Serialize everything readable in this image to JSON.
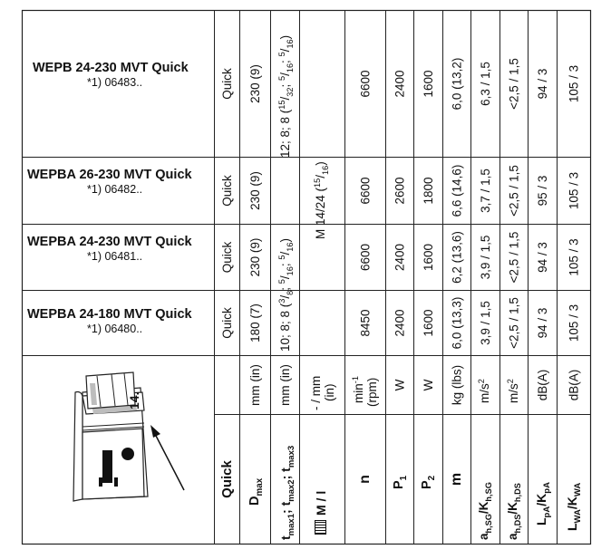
{
  "products": [
    {
      "name": "WEPB 24-230 MVT Quick",
      "code": "*1) 06483.."
    },
    {
      "name": "WEPBA 26-230 MVT Quick",
      "code": "*1) 06482.."
    },
    {
      "name": "WEPBA 24-230 MVT Quick",
      "code": "*1) 06481.."
    },
    {
      "name": "WEPBA 24-180 MVT Quick",
      "code": "*1) 06480.."
    }
  ],
  "manual_ref": {
    "page": "14.",
    "icon": "info-icon"
  },
  "params": {
    "quick": "Quick",
    "dmax_base": "D",
    "dmax_sub": "max",
    "tmax_a": "t",
    "tmax_a_sub": "max1",
    "tmax_sep1": "; ",
    "tmax_b": "t",
    "tmax_b_sub": "max2",
    "tmax_sep2": "; ",
    "tmax_c": "t",
    "tmax_c_sub": "max3",
    "thread_icon": "thread-spindle-icon",
    "thread": "M / l",
    "n": "n",
    "p1_base": "P",
    "p1_sub": "1",
    "p2_base": "P",
    "p2_sub": "2",
    "m": "m",
    "ahsg_a": "a",
    "ahsg_a_sub": "h,SG",
    "ahsg_sep": "/",
    "ahsg_b": "K",
    "ahsg_b_sub": "h,SG",
    "ahds_a": "a",
    "ahds_a_sub": "h,DS",
    "ahds_sep": "/",
    "ahds_b": "K",
    "ahds_b_sub": "h,DS",
    "lpa_a": "L",
    "lpa_a_sub": "pA",
    "lpa_sep": "/",
    "lpa_b": "K",
    "lpa_b_sub": "pA",
    "lwa_a": "L",
    "lwa_a_sub": "WA",
    "lwa_sep": "/",
    "lwa_b": "K",
    "lwa_b_sub": "WA"
  },
  "units": {
    "dmax": "mm (in)",
    "tmax": "mm (in)",
    "thread_1": "- / mm",
    "thread_2": "(in)",
    "n_1": "min",
    "n_1_sup": "-1",
    "n_2": "(rpm)",
    "p1": "W",
    "p2": "W",
    "m": "kg (lbs)",
    "ahsg": "m/s",
    "ahsg_sup": "2",
    "ahds": "m/s",
    "ahds_sup": "2",
    "lpa": "dB(A)",
    "lwa": "dB(A)"
  },
  "values": {
    "quick": [
      "Quick",
      "Quick",
      "Quick",
      "Quick"
    ],
    "dmax": [
      "230 (9)",
      "230 (9)",
      "230 (9)",
      "180 (7)"
    ],
    "tmax_top_a": "12; 8; 8 (",
    "tmax_top_f1_n": "15",
    "tmax_top_f1_d": "32",
    "tmax_top_mid": "; ",
    "tmax_top_f2_n": "5",
    "tmax_top_f2_d": "16",
    "tmax_top_sep": "; ",
    "tmax_top_f3_n": "5",
    "tmax_top_f3_d": "16",
    "tmax_top_end": ")",
    "tmax_bot_a": "10; 8; 8  (",
    "tmax_bot_f1_n": "3",
    "tmax_bot_f1_d": "8",
    "tmax_bot_mid": "; ",
    "tmax_bot_f2_n": "5",
    "tmax_bot_f2_d": "16",
    "tmax_bot_sep": "; ",
    "tmax_bot_f3_n": "5",
    "tmax_bot_f3_d": "16",
    "tmax_bot_end": ")",
    "thread_a": "M 14/24 (",
    "thread_n": "15",
    "thread_d": "16",
    "thread_end": ")",
    "n": [
      "6600",
      "6600",
      "6600",
      "8450"
    ],
    "p1": [
      "2400",
      "2600",
      "2400",
      "2400"
    ],
    "p2": [
      "1600",
      "1800",
      "1600",
      "1600"
    ],
    "m": [
      "6,0 (13,2)",
      "6,6 (14,6)",
      "6,2 (13,6)",
      "6,0 (13,3)"
    ],
    "ahsg": [
      "6,3 / 1,5",
      "3,7 / 1,5",
      "3,9 / 1,5",
      "3,9 / 1,5"
    ],
    "ahds": [
      "<2,5 / 1,5",
      "<2,5 / 1,5",
      "<2,5 / 1,5",
      "<2,5 / 1,5"
    ],
    "lpa": [
      "94 / 3",
      "95 / 3",
      "94 / 3",
      "94 / 3"
    ],
    "lwa": [
      "105 / 3",
      "105 / 3",
      "105 / 3",
      "105 / 3"
    ]
  }
}
